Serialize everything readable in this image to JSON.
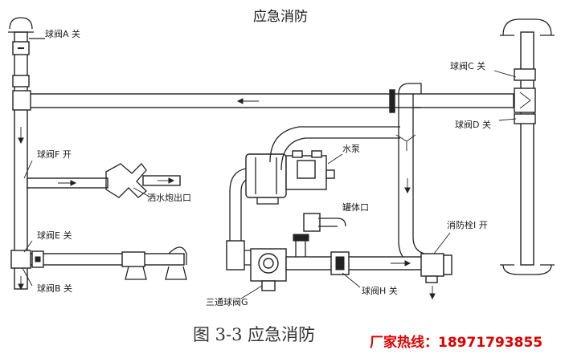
{
  "title": "应急消防",
  "caption": "图 3-3 应急消防",
  "hotline": "厂家热线：18971793855",
  "labels": {
    "valve_a": "球阀A 关",
    "valve_b": "球阀B 关",
    "valve_c": "球阀C 关",
    "valve_d": "球阀D 关",
    "valve_e": "球阀E 关",
    "valve_f": "球阀F 开",
    "valve_g": "三通球阀G",
    "valve_h": "球阀H 关",
    "pump": "水泵",
    "cannon_outlet": "洒水炮出口",
    "tank_port": "罐体口",
    "hydrant": "消防栓I 开"
  }
}
